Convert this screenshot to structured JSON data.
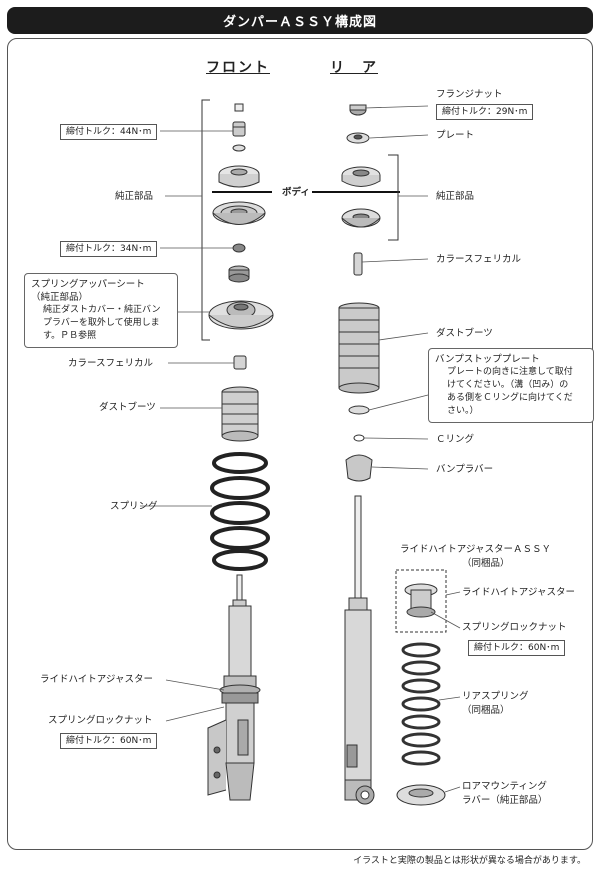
{
  "title": "ダンパーＡＳＳＹ構成図",
  "columns": {
    "front": "フロント",
    "rear": "リ　ア"
  },
  "body_label": "ボディ",
  "front": {
    "torque1": "締付トルク：44N･m",
    "genuine": "純正部品",
    "torque2": "締付トルク：34N･m",
    "upper_seat_note": {
      "title": "スプリングアッパーシート",
      "subtitle": "（純正部品）",
      "body": [
        "純正ダストカバー・純正バン",
        "プラバーを取外して使用しま",
        "す。ＰＢ参照"
      ]
    },
    "collar": "カラースフェリカル",
    "dust_boot": "ダストブーツ",
    "spring": "スプリング",
    "ride_height": "ライドハイトアジャスター",
    "lock_nut": "スプリングロックナット",
    "torque3": "締付トルク：60N･m"
  },
  "rear": {
    "flange_nut": "フランジナット",
    "torque1": "締付トルク：29N･m",
    "plate": "プレート",
    "genuine": "純正部品",
    "collar": "カラースフェリカル",
    "dust_boot": "ダストブーツ",
    "bump_plate_note": {
      "title": "バンプストッププレート",
      "body": [
        "プレートの向きに注意して取付",
        "けてください。（溝（凹み）の",
        "ある側をＣリングに向けてくだ",
        "さい。）"
      ]
    },
    "c_ring": "Ｃリング",
    "bump_rubber": "バンプラバー",
    "rh_assy": "ライドハイトアジャスターＡＳＳＹ",
    "rh_assy_sub": "（同梱品）",
    "ride_height": "ライドハイトアジャスター",
    "lock_nut": "スプリングロックナット",
    "torque2": "締付トルク：60N･m",
    "rear_spring": "リアスプリング",
    "rear_spring_sub": "（同梱品）",
    "lower_rubber": "ロアマウンティング",
    "lower_rubber_sub": "ラバー（純正部品）"
  },
  "footer": "イラストと実際の製品とは形状が異なる場合があります。"
}
